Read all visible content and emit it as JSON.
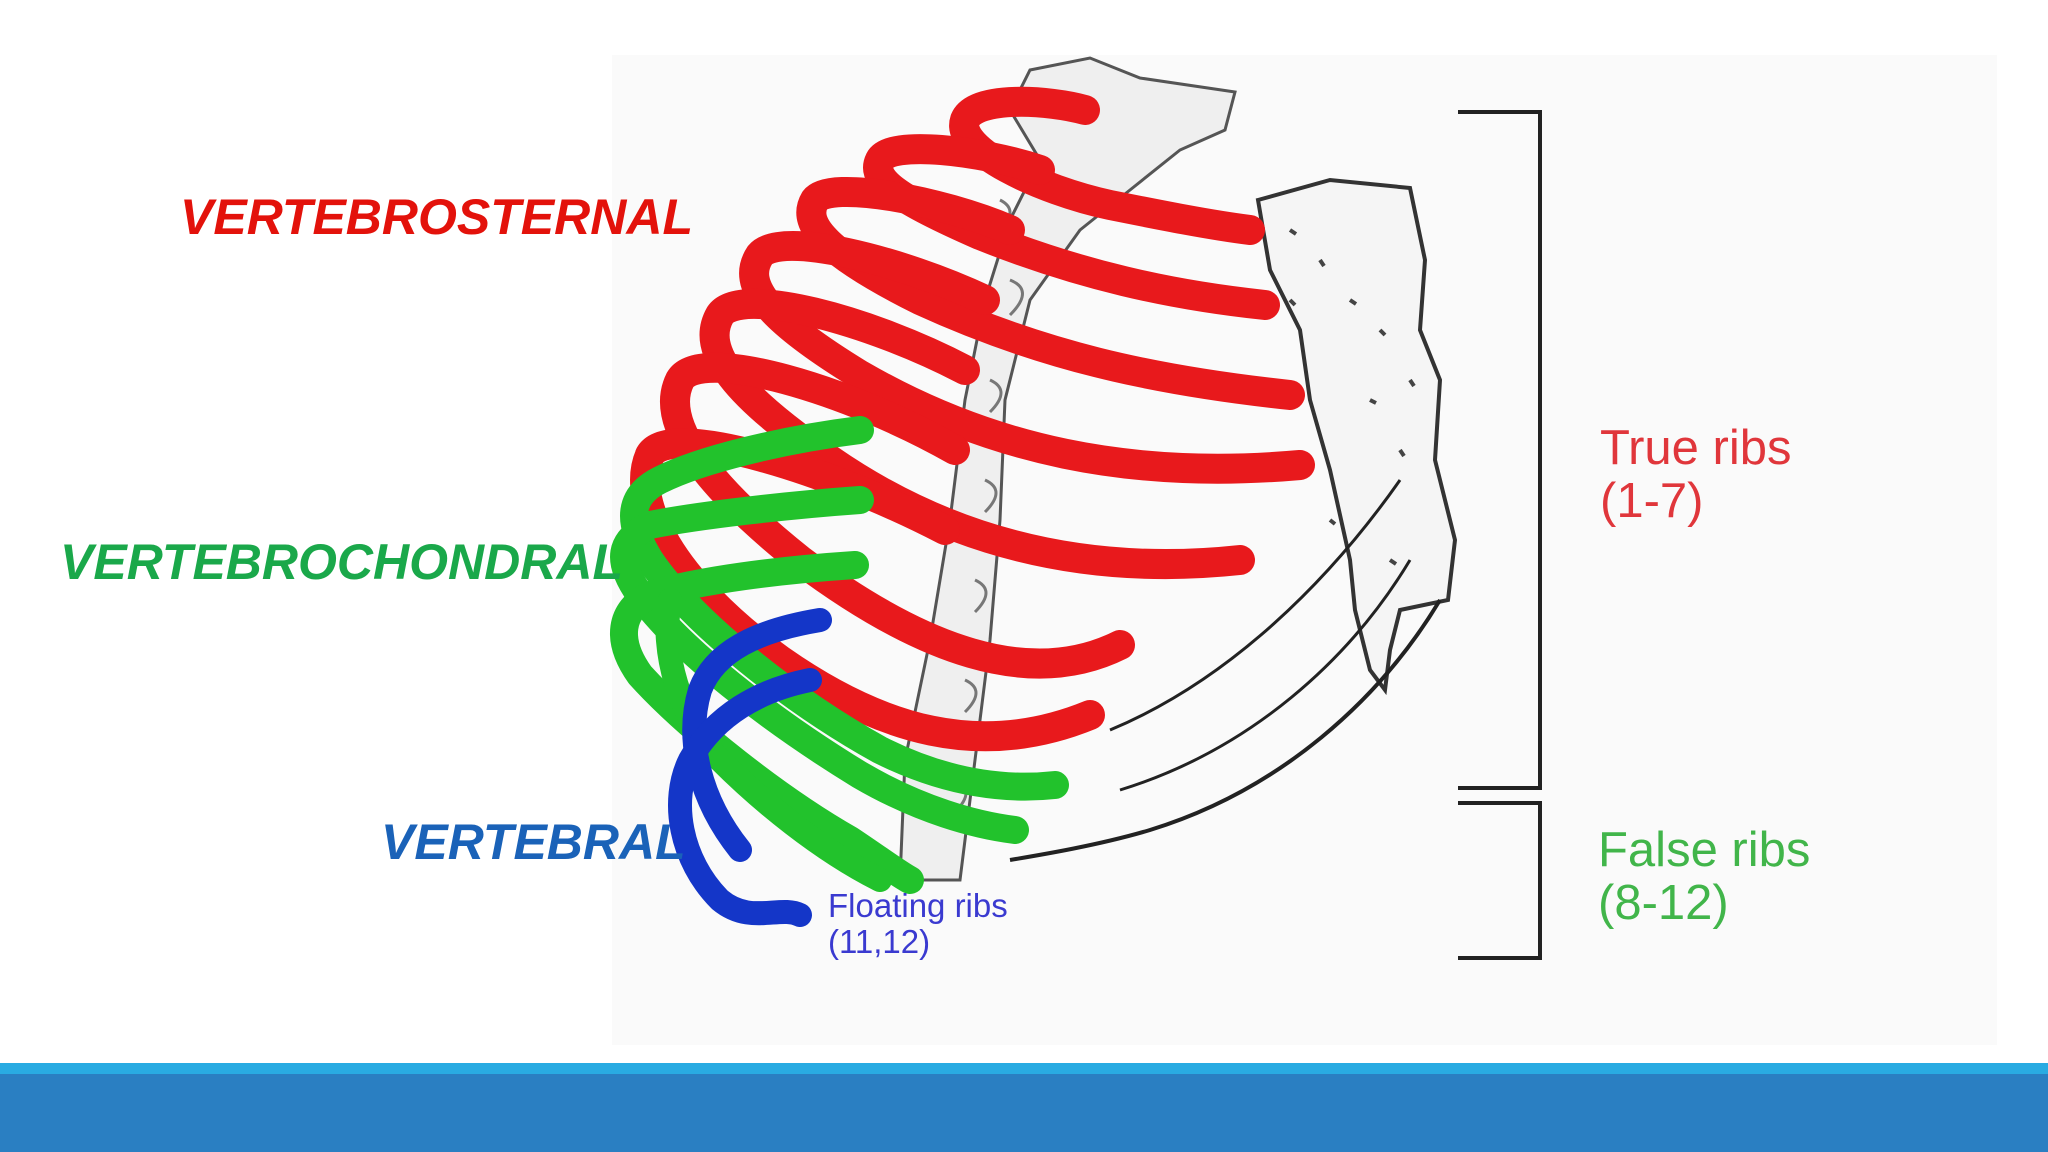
{
  "labels": {
    "vertebrosternal": "VERTEBROSTERNAL",
    "vertebrochondral": "VERTEBROCHONDRAL",
    "vertebral": "VERTEBRAL"
  },
  "groups": {
    "true_ribs": {
      "name": "True ribs",
      "range": "(1-7)"
    },
    "false_ribs": {
      "name": "False ribs",
      "range": "(8-12)"
    },
    "floating_ribs": {
      "name": "Floating ribs",
      "range": "(11,12)"
    }
  },
  "colors": {
    "true": "#e8191c",
    "false": "#22c22c",
    "floating": "#1436c8",
    "label_red": "#e3120b",
    "label_green": "#1aa84a",
    "label_blue": "#1a62b8",
    "true_text": "#e0363b",
    "false_text": "#41b54a",
    "floating_text": "#3a3ad0",
    "footer_line": "#29abe2",
    "footer_bar": "#2a7fc2"
  }
}
